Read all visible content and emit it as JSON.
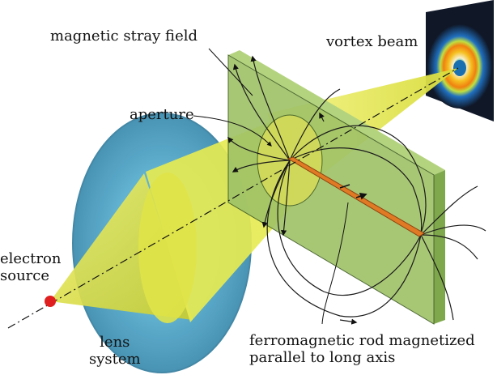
{
  "labels": {
    "magnetic_stray_field": "magnetic stray field",
    "vortex_beam": "vortex beam",
    "aperture": "aperture",
    "electron_source_line1": "electron",
    "electron_source_line2": "source",
    "lens_line1": "lens",
    "lens_line2": "system",
    "rod_line1": "ferromagnetic rod magnetized",
    "rod_line2": "parallel to long axis"
  },
  "colors": {
    "beam": "#e8ec5a",
    "lens": "#4fa3c4",
    "plate": "#9fc267",
    "rod": "#e07a24",
    "source": "#e02020",
    "field_lines": "#1a1a1a"
  }
}
